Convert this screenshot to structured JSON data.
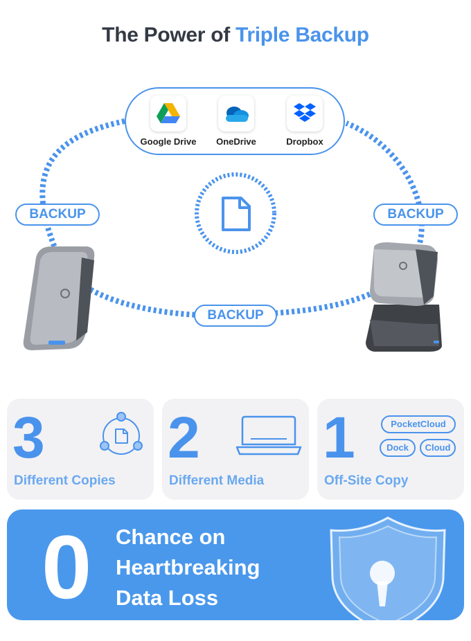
{
  "header": {
    "title_plain": "The Power of",
    "title_accent": "Triple Backup"
  },
  "cloud_services": [
    {
      "label": "Google Drive",
      "icon": "google-drive-icon"
    },
    {
      "label": "OneDrive",
      "icon": "onedrive-icon"
    },
    {
      "label": "Dropbox",
      "icon": "dropbox-icon"
    }
  ],
  "backup_labels": {
    "left": "BACKUP",
    "right": "BACKUP",
    "bottom": "BACKUP"
  },
  "center_icon": "document-icon",
  "stats": [
    {
      "number": "3",
      "label": "Different Copies",
      "icon": "copies-network-icon"
    },
    {
      "number": "2",
      "label": "Different Media",
      "icon": "laptop-icon"
    },
    {
      "number": "1",
      "label": "Off-Site Copy",
      "chips": [
        "PocketCloud",
        "Dock",
        "Cloud"
      ]
    }
  ],
  "zero_card": {
    "number": "0",
    "lines": [
      "Chance on",
      "Heartbreaking",
      "Data Loss"
    ],
    "icon": "shield-lock-icon"
  },
  "colors": {
    "accent": "#4a93ec",
    "title": "#333a44",
    "card_bg": "#f2f2f4",
    "zero_bg": "#4a98ec"
  }
}
